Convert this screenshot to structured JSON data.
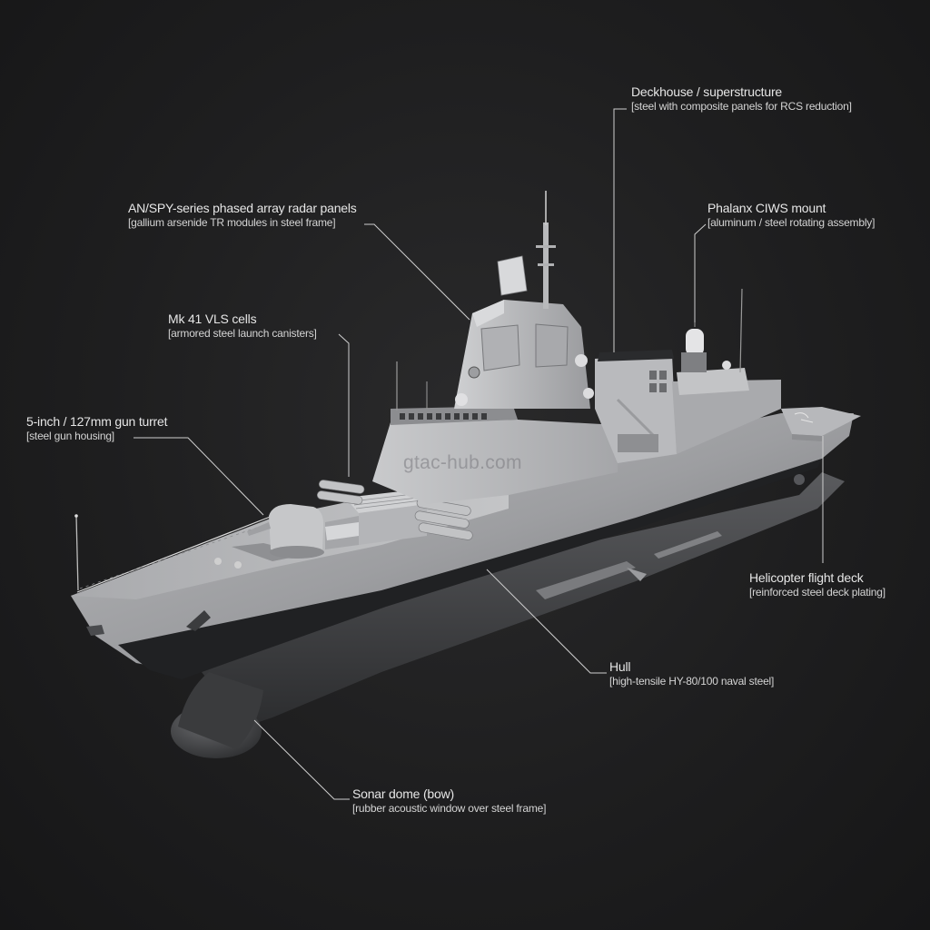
{
  "diagram": {
    "subject": "Naval destroyer / frigate 3D model with material callouts",
    "background_color": "#1e1e1f",
    "leader_color": "#d0d0d0",
    "watermark": "gtac-hub.com",
    "callouts": [
      {
        "id": "deckhouse",
        "title": "Deckhouse / superstructure",
        "subtitle": "[steel with composite panels for RCS reduction]"
      },
      {
        "id": "radar",
        "title": "AN/SPY-series phased array radar panels",
        "subtitle": "[gallium arsenide TR modules in steel frame]"
      },
      {
        "id": "ciws",
        "title": "Phalanx CIWS mount",
        "subtitle": "[aluminum / steel rotating assembly]"
      },
      {
        "id": "vls",
        "title": "Mk 41 VLS cells",
        "subtitle": "[armored steel launch canisters]"
      },
      {
        "id": "gun",
        "title": "5-inch / 127mm gun turret",
        "subtitle": "[steel gun housing]"
      },
      {
        "id": "flightdeck",
        "title": "Helicopter flight deck",
        "subtitle": "[reinforced steel deck plating]"
      },
      {
        "id": "hull",
        "title": "Hull",
        "subtitle": "[high-tensile HY-80/100 naval steel]"
      },
      {
        "id": "sonar",
        "title": "Sonar dome (bow)",
        "subtitle": "[rubber acoustic window over steel frame]"
      }
    ]
  }
}
